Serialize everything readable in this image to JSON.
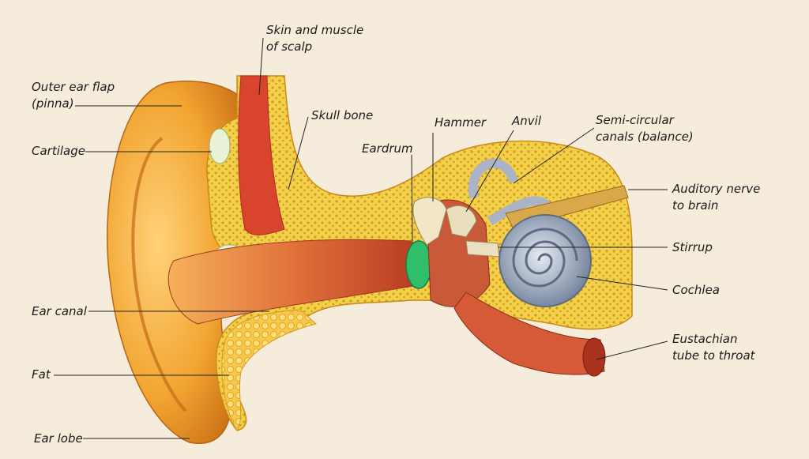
{
  "labels": {
    "outer_ear_flap": "Outer ear flap\n(pinna)",
    "skin_muscle": "Skin and muscle\nof scalp",
    "skull_bone": "Skull bone",
    "cartilage": "Cartilage",
    "hammer": "Hammer",
    "anvil": "Anvil",
    "semicircular": "Semi-circular\ncanals (balance)",
    "eardrum": "Eardrum",
    "auditory_nerve": "Auditory nerve\nto brain",
    "stirrup": "Stirrup",
    "ear_canal": "Ear canal",
    "cochlea": "Cochlea",
    "eustachian": "Eustachian\ntube to throat",
    "fat": "Fat",
    "ear_lobe": "Ear lobe"
  },
  "colors": {
    "background": "#f5ecdc",
    "skin": "#f2a531",
    "bone": "#f3d04a",
    "muscle": "#d9442c",
    "canal": "#c9502e",
    "eardrum": "#2fbf6a",
    "cochlea": "#8d9bb3",
    "leader_line": "#222222"
  }
}
